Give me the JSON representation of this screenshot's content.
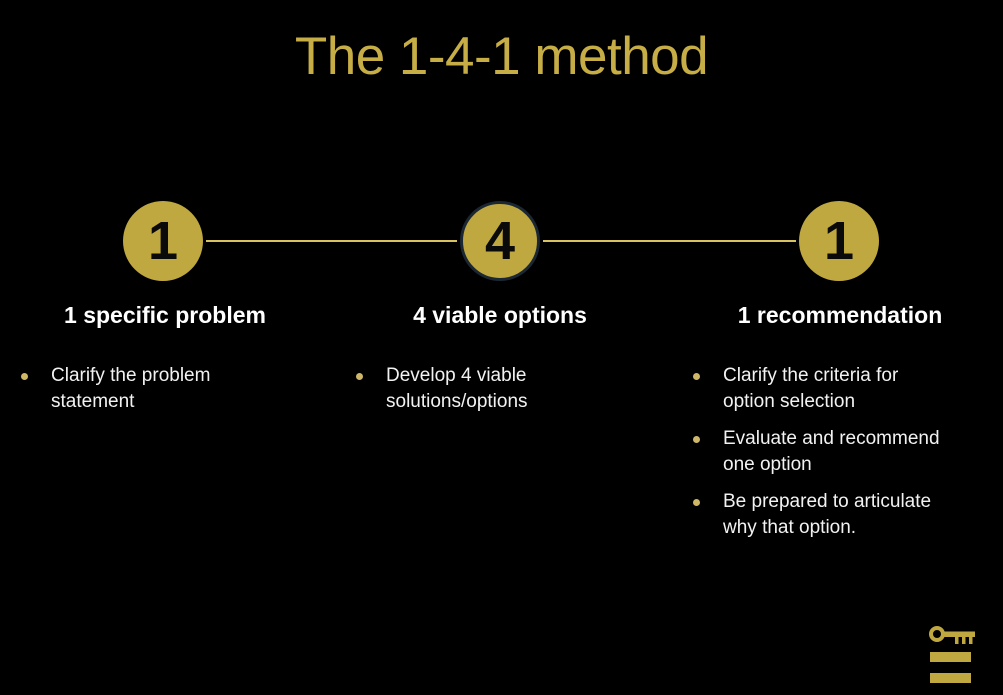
{
  "slide": {
    "title": "The 1-4-1 method"
  },
  "colors": {
    "background": "#000000",
    "gold_fill": "#C0A840",
    "title_gold": "#C6AD45",
    "connector_gold": "#D9C35F",
    "bullet_dot_gold": "#CFB768",
    "body_text_white": "#F2F2F2",
    "heading_white": "#FFFFFF",
    "circle_number_black": "#0A0A0A",
    "middle_circle_border": "#1B2733"
  },
  "steps": [
    {
      "number": "1",
      "heading": "1 specific problem",
      "bullets": [
        "Clarify the problem statement"
      ]
    },
    {
      "number": "4",
      "heading": "4 viable options",
      "bullets": [
        "Develop 4 viable solutions/options"
      ]
    },
    {
      "number": "1",
      "heading": "1 recommendation",
      "bullets": [
        "Clarify the criteria for option selection",
        "Evaluate and recommend one option",
        "Be prepared to articulate why that option."
      ]
    }
  ],
  "logo": {
    "icon": "key-and-bars-logo"
  }
}
